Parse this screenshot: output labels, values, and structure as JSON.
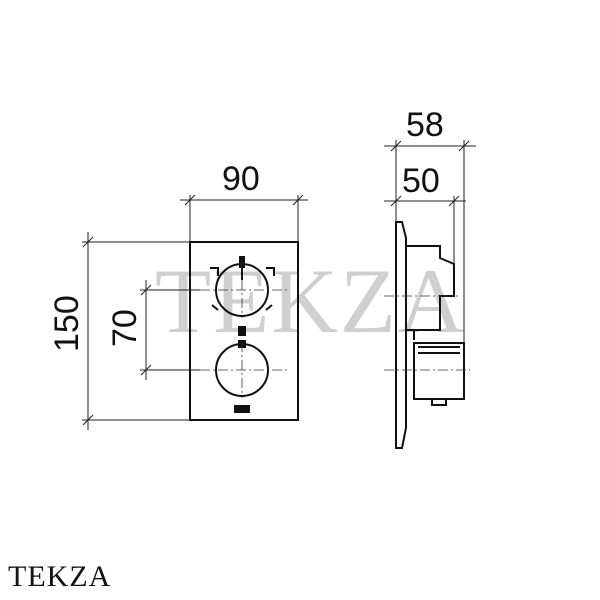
{
  "dimensions": {
    "width_front": "90",
    "height_total": "150",
    "spacing_center": "70",
    "depth_total": "58",
    "depth_body": "50"
  },
  "watermark": "TEKZA",
  "brand": "TEKZA",
  "colors": {
    "line": "#111111",
    "watermark": "#cfcfcf",
    "background": "#ffffff"
  }
}
